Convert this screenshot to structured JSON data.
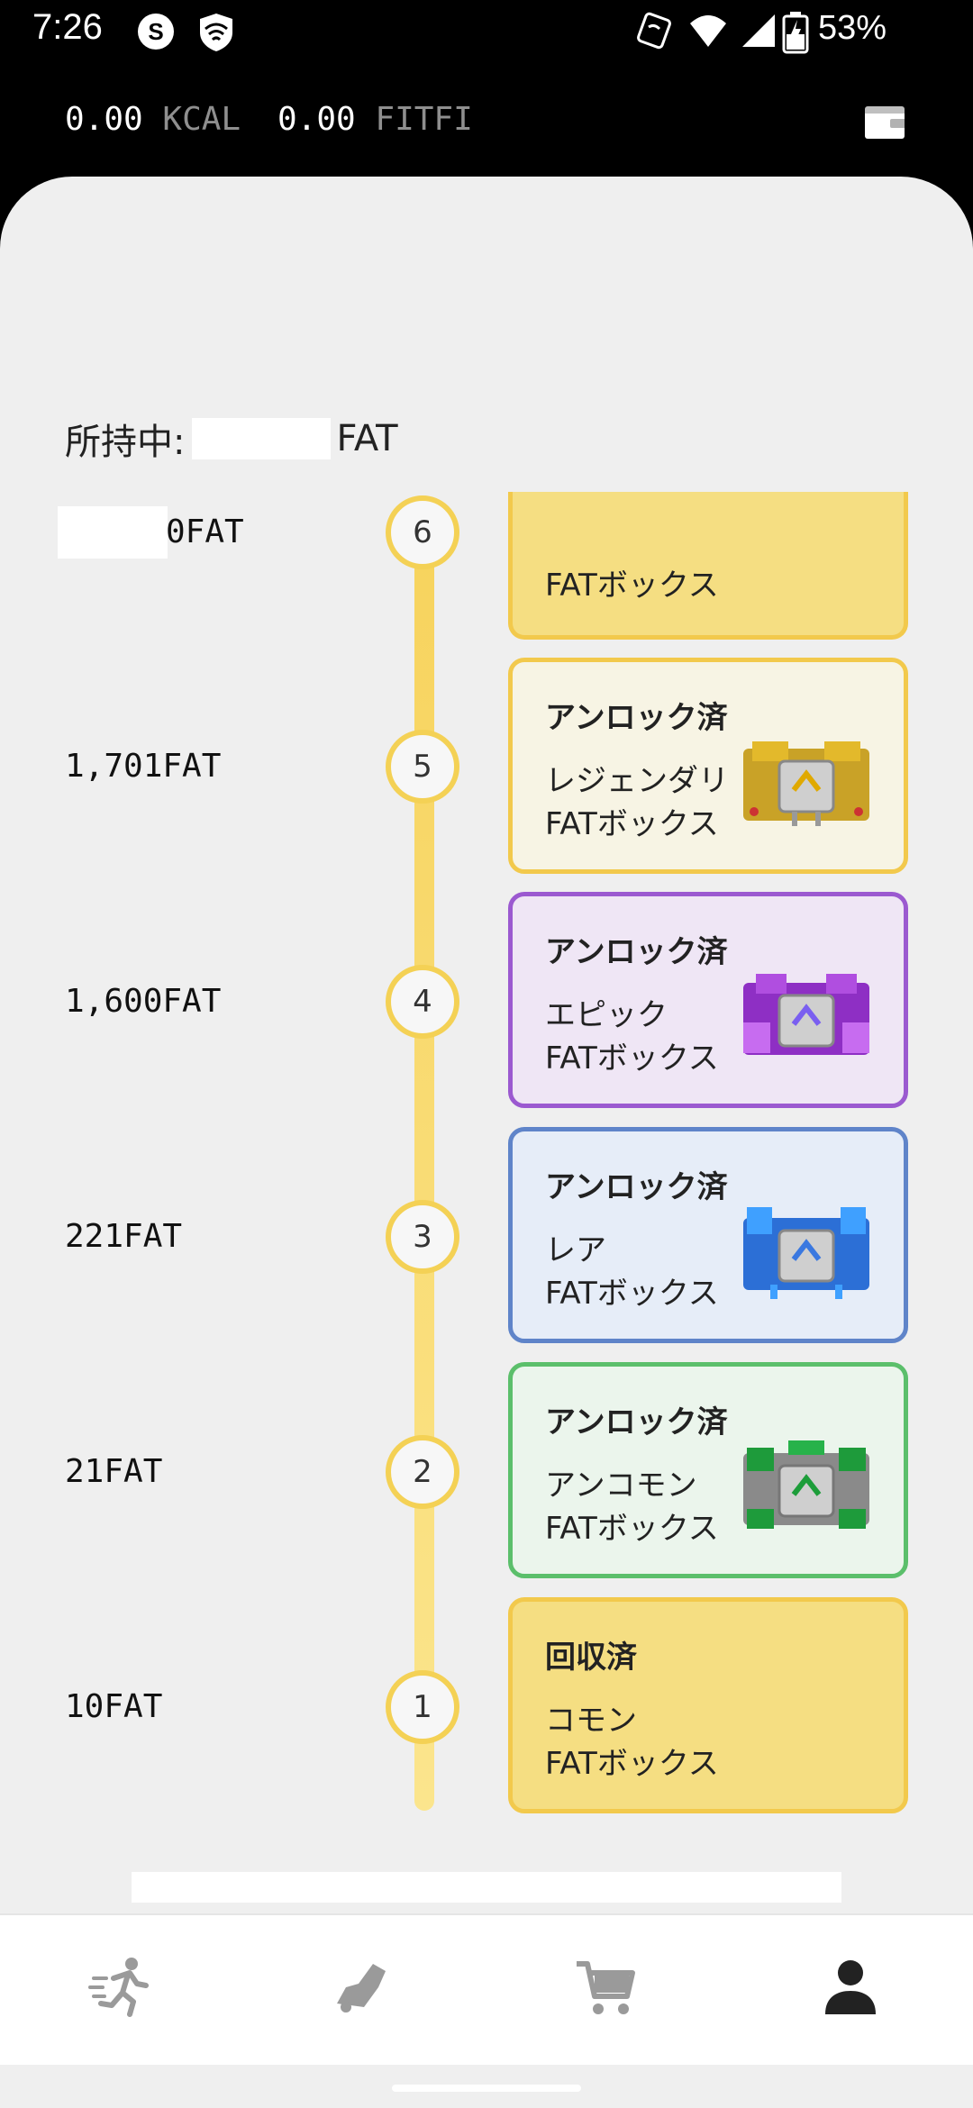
{
  "status": {
    "time": "7:26",
    "battery": "53%"
  },
  "balances": {
    "kcal_value": "0.00",
    "kcal_unit": "KCAL",
    "fitfi_value": "0.00",
    "fitfi_unit": "FITFI"
  },
  "owned": {
    "label": "所持中:",
    "unit": "FAT"
  },
  "levels": [
    {
      "number": "6",
      "amount": "0FAT",
      "status": "",
      "name_line1": "",
      "name_line2": "FATボックス",
      "theme": "gold"
    },
    {
      "number": "5",
      "amount": "1,701FAT",
      "status": "アンロック済",
      "name_line1": "レジェンダリ",
      "name_line2": "FATボックス",
      "theme": "legendary"
    },
    {
      "number": "4",
      "amount": "1,600FAT",
      "status": "アンロック済",
      "name_line1": "エピック",
      "name_line2": "FATボックス",
      "theme": "epic"
    },
    {
      "number": "3",
      "amount": "221FAT",
      "status": "アンロック済",
      "name_line1": "レア",
      "name_line2": "FATボックス",
      "theme": "rare"
    },
    {
      "number": "2",
      "amount": "21FAT",
      "status": "アンロック済",
      "name_line1": "アンコモン",
      "name_line2": "FATボックス",
      "theme": "uncommon"
    },
    {
      "number": "1",
      "amount": "10FAT",
      "status": "回収済",
      "name_line1": "コモン",
      "name_line2": "FATボックス",
      "theme": "common"
    }
  ],
  "nav": [
    {
      "icon": "running-icon",
      "active": false
    },
    {
      "icon": "sneaker-icon",
      "active": false
    },
    {
      "icon": "cart-icon",
      "active": false
    },
    {
      "icon": "person-icon",
      "active": true
    }
  ],
  "colors": {
    "gold_border": "#f2c94c",
    "gold_fill": "#f5de82",
    "legendary_fill": "#f7f4e4",
    "epic_border": "#9b59d0",
    "epic_fill": "#efe6f5",
    "rare_border": "#5f84c9",
    "rare_fill": "#e6edf8",
    "uncommon_border": "#5bbf6b",
    "uncommon_fill": "#ebf5ec"
  }
}
